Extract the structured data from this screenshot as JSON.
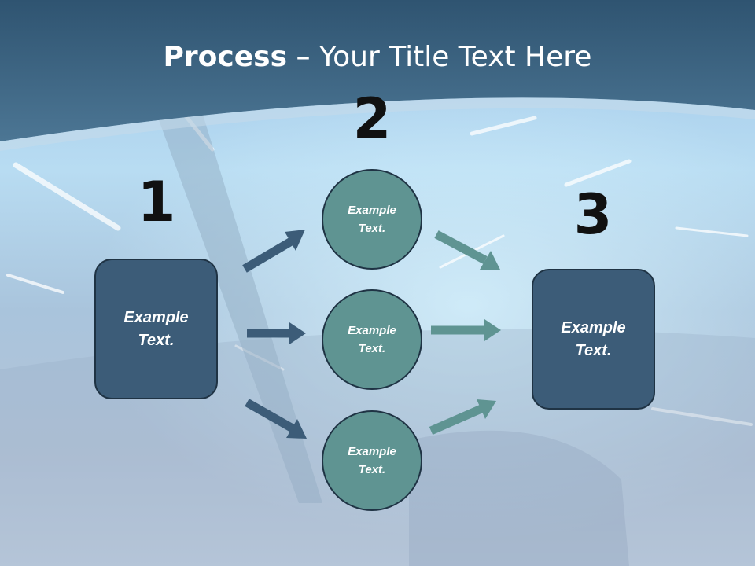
{
  "title": {
    "bold": "Process",
    "rest": " – Your Title Text Here"
  },
  "numbers": {
    "step1": "1",
    "step2": "2",
    "step3": "3"
  },
  "nodes": {
    "left_box": {
      "line1": "Example",
      "line2": "Text."
    },
    "circle_top": {
      "line1": "Example",
      "line2": "Text."
    },
    "circle_middle": {
      "line1": "Example",
      "line2": "Text."
    },
    "circle_bottom": {
      "line1": "Example",
      "line2": "Text."
    },
    "right_box": {
      "line1": "Example",
      "line2": "Text."
    }
  },
  "colors": {
    "header": "#3d6482",
    "box_fill": "#3c5c78",
    "circle_fill": "#5f9492",
    "arrow_dark": "#3c5c78",
    "arrow_teal": "#5f9492",
    "number_text": "#111111"
  }
}
